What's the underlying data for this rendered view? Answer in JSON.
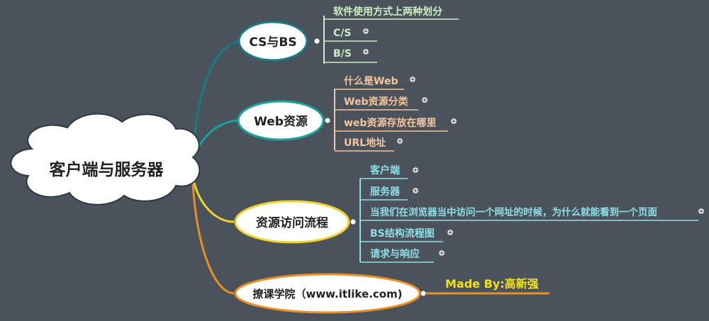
{
  "root": {
    "label": "客户端与服务器"
  },
  "colors": {
    "background": "#4a525c",
    "cloud_fill": "#ffffff",
    "cloud_stroke": "#2f3842",
    "cs_branch": "#177a85",
    "web_branch": "#1aa39a",
    "flow_branch": "#f1d22a",
    "footer_branch": "#e98f23",
    "cs_leaf": "#cdeec3",
    "web_leaf": "#f3c59e",
    "flow_leaf": "#8fdfe7",
    "made_by": "#f3e21b"
  },
  "branches": [
    {
      "label": "CS与BS",
      "leaves": [
        {
          "label": "软件使用方式上两种划分",
          "expandable": false
        },
        {
          "label": "C/S",
          "expandable": true
        },
        {
          "label": "B/S",
          "expandable": true
        }
      ]
    },
    {
      "label": "Web资源",
      "leaves": [
        {
          "label": "什么是Web",
          "expandable": true
        },
        {
          "label": "Web资源分类",
          "expandable": true
        },
        {
          "label": "web资源存放在哪里",
          "expandable": true
        },
        {
          "label": "URL地址",
          "expandable": true
        }
      ]
    },
    {
      "label": "资源访问流程",
      "leaves": [
        {
          "label": "客户端",
          "expandable": true
        },
        {
          "label": "服务器",
          "expandable": true
        },
        {
          "label": "当我们在浏览器当中访问一个网址的时候，为什么就能看到一个页面",
          "expandable": true
        },
        {
          "label": "BS结构流程图",
          "expandable": true
        },
        {
          "label": "请求与响应",
          "expandable": true
        }
      ]
    },
    {
      "label": "撩课学院（www.itlike.com)",
      "leaves": []
    }
  ],
  "made_by": "Made By:高新强"
}
